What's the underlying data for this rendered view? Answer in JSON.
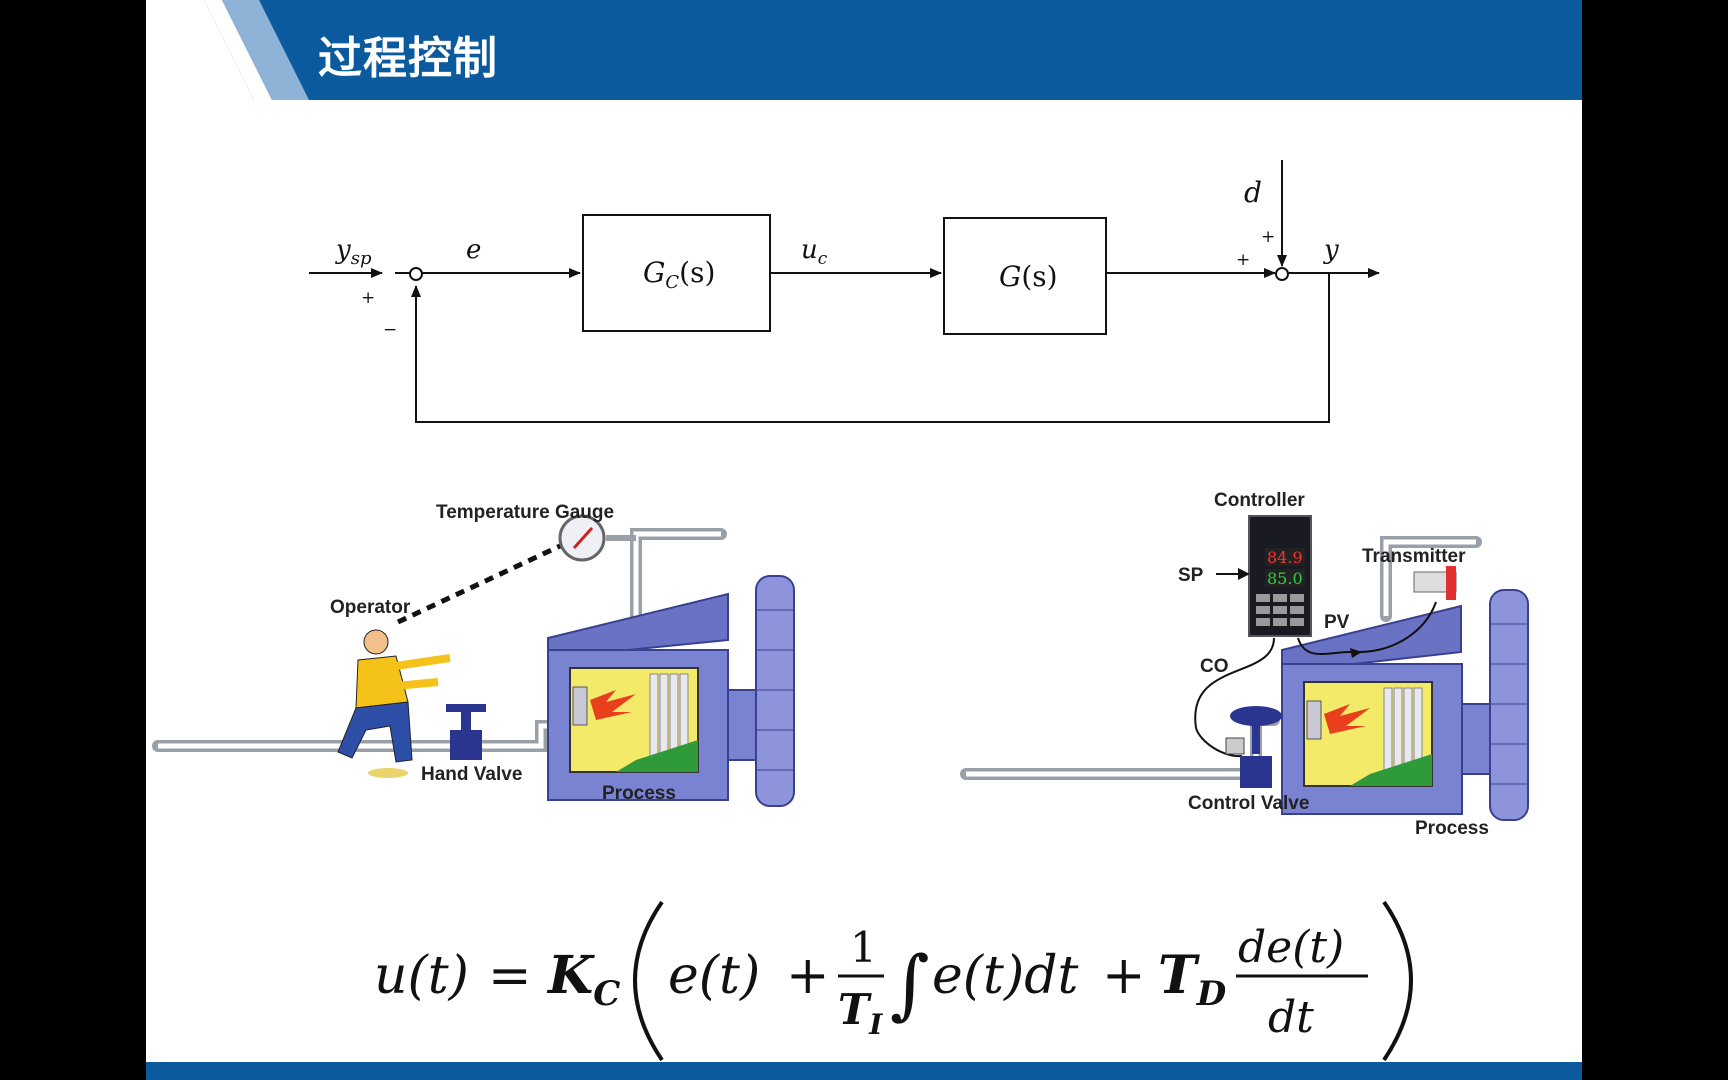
{
  "header": {
    "title": "过程控制",
    "banner_color": "#0b5a9e"
  },
  "block_diagram": {
    "input_label": "y",
    "input_sub": "sp",
    "plus_sign": "+",
    "minus_sign": "−",
    "error_label": "e",
    "controller_block": "G",
    "controller_sub": "C",
    "controller_arg": "(s)",
    "control_signal": "u",
    "control_signal_sub": "c",
    "plant_block": "G",
    "plant_arg": "(s)",
    "disturbance_label": "d",
    "output_label": "y"
  },
  "manual_control": {
    "temperature_gauge": "Temperature Gauge",
    "operator": "Operator",
    "hand_valve": "Hand Valve",
    "process": "Process"
  },
  "automatic_control": {
    "controller": "Controller",
    "sp": "SP",
    "transmitter": "Transmitter",
    "pv": "PV",
    "co": "CO",
    "control_valve": "Control Valve",
    "process": "Process",
    "display_pv": "84.9",
    "display_sp": "85.0"
  },
  "formula": {
    "lhs": "u(t)",
    "equals": "=",
    "gain": "K",
    "gain_sub": "C",
    "term1": "e(t)",
    "plus": "+",
    "frac_num": "1",
    "frac_den": "T",
    "frac_den_sub": "I",
    "integral": "∫",
    "term2": "e(t)dt",
    "deriv_coef": "T",
    "deriv_coef_sub": "D",
    "deriv_num": "de(t)",
    "deriv_den": "dt"
  }
}
